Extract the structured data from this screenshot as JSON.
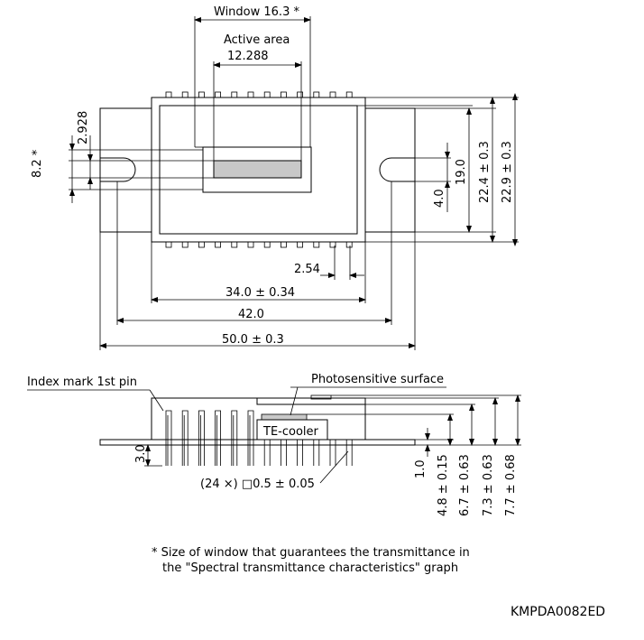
{
  "labels": {
    "window": "Window 16.3 *",
    "active_area": "Active area",
    "active_width": "12.288",
    "dim_2928": "2.928",
    "dim_82": "8.2 *",
    "dim_19": "19.0",
    "dim_4": "4.0",
    "dim_224": "22.4 ± 0.3",
    "dim_229": "22.9 ± 0.3",
    "dim_254": "2.54",
    "dim_34": "34.0 ± 0.34",
    "dim_42": "42.0",
    "dim_50": "50.0 ± 0.3",
    "index_mark": "Index mark 1st pin",
    "photosensitive": "Photosensitive surface",
    "te_cooler": "TE-cooler",
    "dim_30": "3.0",
    "dim_10": "1.0",
    "dim_48": "4.8 ± 0.15",
    "dim_67": "6.7 ± 0.63",
    "dim_73": "7.3 ± 0.63",
    "dim_77": "7.7 ± 0.68",
    "pin_spec": "(24 ×) □0.5 ± 0.05"
  },
  "footnote": {
    "line1": "* Size of window that guarantees the transmittance in",
    "line2": "the \"Spectral transmittance characteristics\" graph"
  },
  "drawing_code": "KMPDA0082ED"
}
